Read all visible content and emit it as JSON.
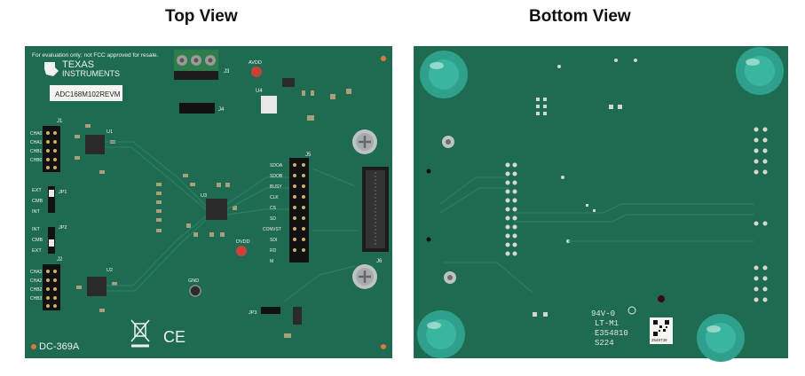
{
  "titles": {
    "top": "Top View",
    "bottom": "Bottom View"
  },
  "top_board": {
    "disclaimer": "For evaluation only; not FCC approved for resale.",
    "brand_line1": "TEXAS",
    "brand_line2": "INSTRUMENTS",
    "label_sticker": "ADC168M102REVM",
    "footer_code": "DC-369A",
    "ce_mark": "CE",
    "jumper_labels": {
      "jp1": "JP1",
      "jp2": "JP2",
      "jp3": "JP3",
      "ext_1": "EXT",
      "cmb_1": "CMB",
      "int_1": "INT",
      "int_2": "INT",
      "cmb_2": "CMB",
      "ext_2": "EXT"
    },
    "connector_labels": {
      "j1": "J1",
      "j2": "J2",
      "j3": "J3",
      "j4": "J4",
      "j5": "J5",
      "j6": "J6",
      "u1": "U1",
      "u2": "U2",
      "u3": "U3",
      "u4": "U4"
    },
    "testpoints": {
      "avdd": "AVDD",
      "dvdd": "DVDD",
      "gnd": "GND"
    },
    "signal_labels": [
      "SDOA",
      "SDOB",
      "BUSY",
      "CLK",
      "CS",
      "SD",
      "CONVST",
      "SDI",
      "RD",
      "M"
    ],
    "input_labels_left": [
      "CHA0",
      "CHA1",
      "CHB1",
      "CHB0",
      "CHA3",
      "CHA2",
      "CHB2",
      "CHB3"
    ]
  },
  "bottom_board": {
    "fab_line1": "94V-0",
    "fab_line2": "LT-M1",
    "fab_line3": "E354810",
    "fab_line4": "S224",
    "qr_code_text": "2549739"
  },
  "colors": {
    "pcb_green": "#1f6b52",
    "pcb_dark": "#17563f",
    "silkscreen": "#eef3ee",
    "standoff_teal": "#2fa08c",
    "testpoint_red": "#c8423a",
    "terminal_green": "#2f7d4a"
  }
}
